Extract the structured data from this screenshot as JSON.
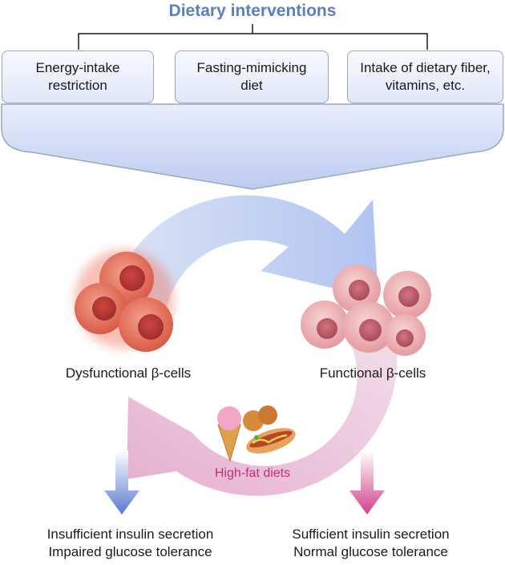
{
  "title": "Dietary interventions",
  "interventions": [
    {
      "line1": "Energy-intake",
      "line2": "restriction"
    },
    {
      "line1": "Fasting-mimicking",
      "line2": "diet"
    },
    {
      "line1": "Intake of dietary fiber,",
      "line2": "vitamins, etc."
    }
  ],
  "cells": {
    "dysfunctional": "Dysfunctional β-cells",
    "functional": "Functional β-cells"
  },
  "high_fat_label": "High-fat diets",
  "outcomes": {
    "left": {
      "line1": "Insufficient insulin secretion",
      "line2": "Impaired glucose tolerance"
    },
    "right": {
      "line1": "Sufficient insulin secretion",
      "line2": "Normal glucose tolerance"
    }
  },
  "colors": {
    "title": "#5b7fc4",
    "blue_arrow": "#5b79d0",
    "pink_arrow": "#d2408a",
    "high_fat_text": "#c2307a",
    "dysfunctional_cell": "#e0604e",
    "functional_cell": "#e89aa0"
  }
}
